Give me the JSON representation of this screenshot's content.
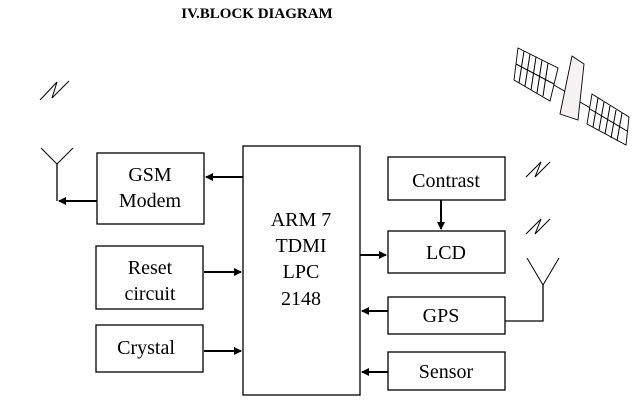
{
  "title": "IV.BLOCK DIAGRAM",
  "blocks": {
    "gsm": {
      "line1": "GSM",
      "line2": "Modem"
    },
    "reset": {
      "line1": "Reset",
      "line2": "circuit"
    },
    "crystal": {
      "label": "Crystal"
    },
    "mcu": {
      "line1": "ARM 7",
      "line2": "TDMI",
      "line3": "LPC",
      "line4": "2148"
    },
    "contrast": {
      "label": "Contrast"
    },
    "lcd": {
      "label": "LCD"
    },
    "gps": {
      "label": "GPS"
    },
    "sensor": {
      "label": "Sensor"
    }
  },
  "icons": [
    "gsm-antenna-icon",
    "wireless-signal-icon",
    "satellite-icon",
    "gps-antenna-icon"
  ]
}
